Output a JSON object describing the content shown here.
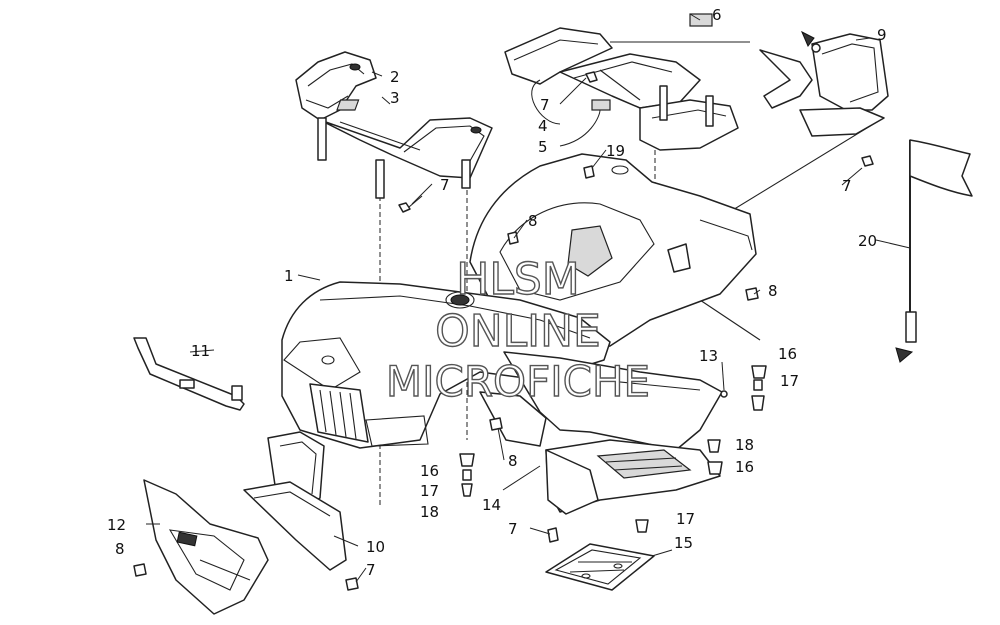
{
  "watermark": {
    "line1": "HLSM",
    "line2": "ONLINE",
    "line3": "MICROFICHE"
  },
  "callouts": {
    "c1": "1",
    "c2": "2",
    "c3": "3",
    "c4": "4",
    "c5": "5",
    "c6": "6",
    "c7a": "7",
    "c7b": "7",
    "c7c": "7",
    "c7d": "7",
    "c7e": "7",
    "c8a": "8",
    "c8b": "8",
    "c8c": "8",
    "c8d": "8",
    "c9": "9",
    "c10": "10",
    "c11": "11",
    "c12": "12",
    "c13": "13",
    "c14": "14",
    "c15": "15",
    "c16a": "16",
    "c16b": "16",
    "c16c": "16",
    "c17a": "17",
    "c17b": "17",
    "c17c": "17",
    "c18a": "18",
    "c18b": "18",
    "c19": "19",
    "c20": "20"
  }
}
